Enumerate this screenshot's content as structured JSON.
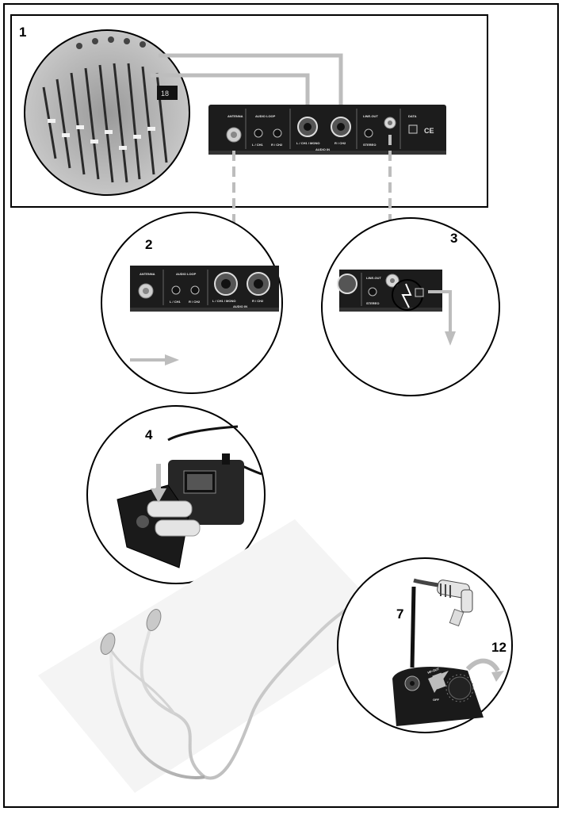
{
  "steps": {
    "s1": "1",
    "s2": "2",
    "s3": "3",
    "s4": "4",
    "s7": "7",
    "s12": "12"
  },
  "receiver_panel": {
    "antenna": "ANTENNA",
    "audio_loop": "AUDIO LOOP",
    "l_ch1": "L / CH1",
    "r_ch2": "R / CH2",
    "l_ch1_mono": "L / CH1 / MONO",
    "audio_in": "AUDIO IN",
    "line_out": "LINE-OUT",
    "stereo": "STEREO",
    "data": "DATA"
  },
  "bodypack": {
    "hp_out": "HP-OUT",
    "off": "OFF"
  },
  "colors": {
    "frame": "#000000",
    "arrow_gray": "#bdbdbd",
    "device_black": "#1c1c1c"
  }
}
